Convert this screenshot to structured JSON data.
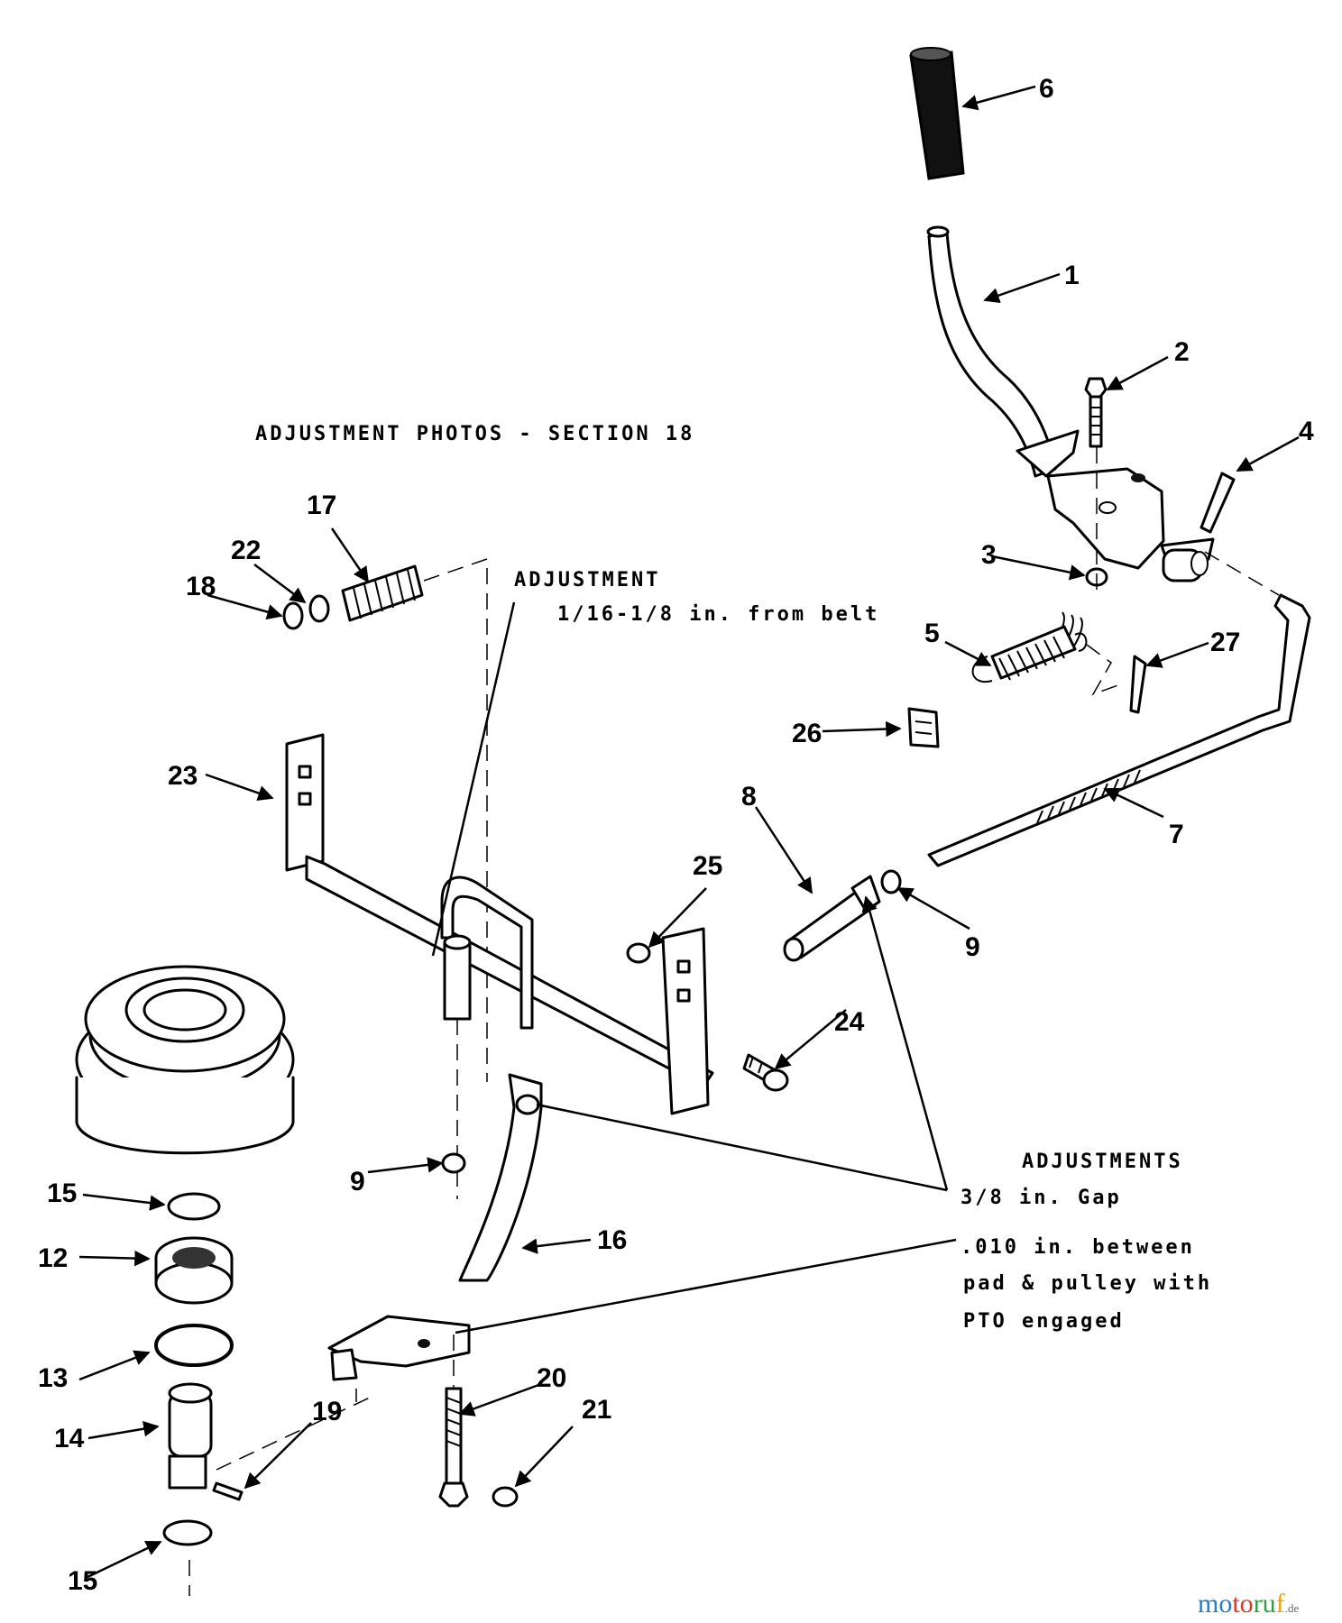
{
  "callouts": [
    "1",
    "2",
    "3",
    "4",
    "5",
    "6",
    "7",
    "8",
    "9",
    "9",
    "12",
    "13",
    "14",
    "15",
    "15",
    "16",
    "17",
    "18",
    "19",
    "20",
    "21",
    "22",
    "23",
    "24",
    "25",
    "26",
    "27"
  ],
  "notes": {
    "photos": "ADJUSTMENT PHOTOS - SECTION 18",
    "adjustment_title": "ADJUSTMENT",
    "adjustment_text": "1/16-1/8 in. from belt",
    "adjustments_title": "ADJUSTMENTS",
    "gap": "3/8 in. Gap",
    "pad_line1": ".010 in. between",
    "pad_line2": "pad & pulley with",
    "pad_line3": "PTO engaged"
  },
  "watermark": {
    "main": "motoruf",
    "suffix": ".de",
    "colors": [
      "#2a7bbf",
      "#d63a2a",
      "#2e9e3e",
      "#e8a317"
    ]
  }
}
